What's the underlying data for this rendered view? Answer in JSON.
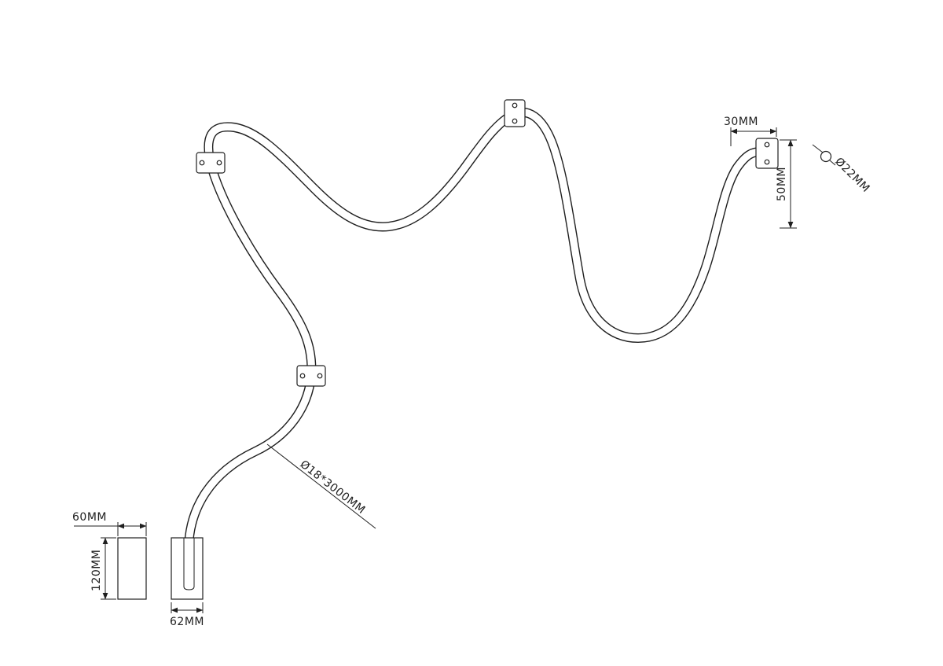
{
  "colors": {
    "background": "#ffffff",
    "stroke": "#1f1f1f"
  },
  "dimensions": {
    "bracket_width": {
      "label": "30MM"
    },
    "bracket_drop": {
      "label": "50MM"
    },
    "end_cap_diameter": {
      "label": "Ø22MM"
    },
    "tube_spec": {
      "label": "Ø18*3000MM"
    },
    "driver_width": {
      "label": "60MM"
    },
    "driver_height": {
      "label": "120MM"
    },
    "driver_depth": {
      "label": "62MM"
    }
  }
}
